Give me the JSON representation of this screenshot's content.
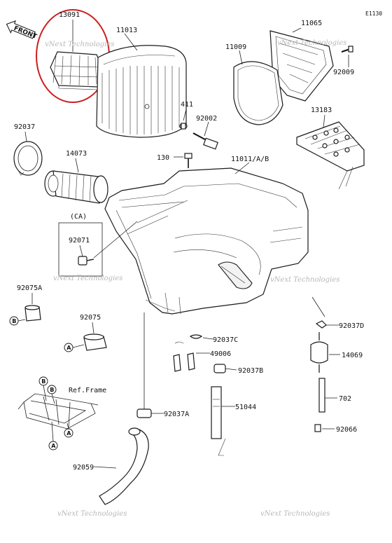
{
  "diagram_code": "E1130",
  "front_label": "FRONT",
  "highlight_color": "#cc1f1f",
  "callouts": {
    "p13091": "13091",
    "p11013": "11013",
    "p11065": "11065",
    "p11009": "11009",
    "p92009": "92009",
    "p411": "411",
    "p92002": "92002",
    "p92037": "92037",
    "p13183": "13183",
    "p14073": "14073",
    "p130": "130",
    "p11011": "11011/A/B",
    "ca": "(CA)",
    "p92071": "92071",
    "p92075A": "92075A",
    "p92075": "92075",
    "p92037C": "92037C",
    "p49006": "49006",
    "p92037B": "92037B",
    "p92037D": "92037D",
    "p14069": "14069",
    "ref_frame": "Ref.Frame",
    "p51044": "51044",
    "p702": "702",
    "p92037A": "92037A",
    "p92066": "92066",
    "p92059": "92059"
  },
  "bubbles": {
    "a": "A",
    "b": "B"
  },
  "watermark": "vNext Technologies"
}
